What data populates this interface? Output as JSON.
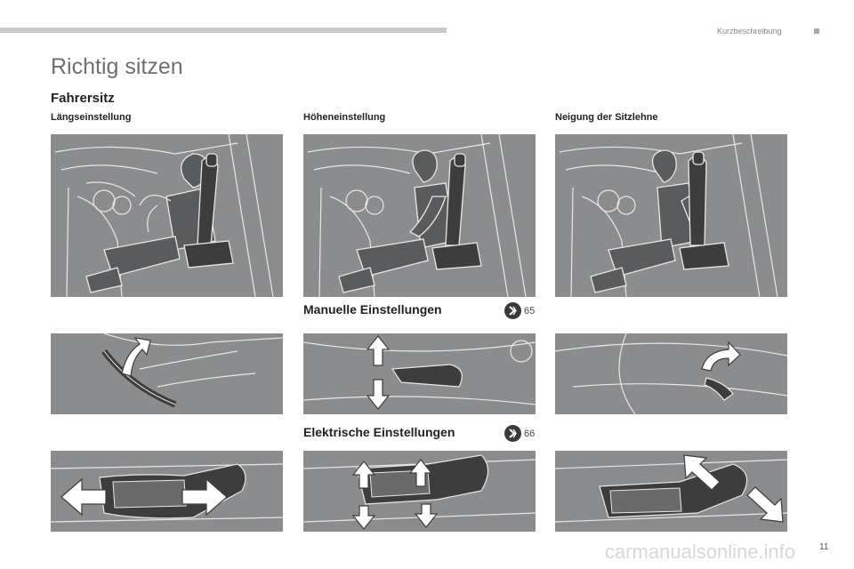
{
  "header": {
    "section_label": "Kurzbeschreibung"
  },
  "page": {
    "title": "Richtig sitzen",
    "subtitle": "Fahrersitz",
    "page_number": "11"
  },
  "columns": [
    {
      "label": "Längseinstellung"
    },
    {
      "label": "Höheneinstellung"
    },
    {
      "label": "Neigung der Sitzlehne"
    }
  ],
  "manual": {
    "heading": "Manuelle Einstellungen",
    "ref_page": "65"
  },
  "electric": {
    "heading": "Elektrische Einstellungen",
    "ref_page": "66"
  },
  "footer": {
    "watermark": "carmanualsonline.info"
  },
  "icons": {
    "reference": "chevron-right-icon",
    "adjust_arrow": "curved-arrow-icon"
  },
  "colors": {
    "panel_bg": "#8b8c8e",
    "line_art": "#e8e8e8",
    "seat_dark": "#3d3d3d",
    "top_bar": "#c9c9cb"
  }
}
